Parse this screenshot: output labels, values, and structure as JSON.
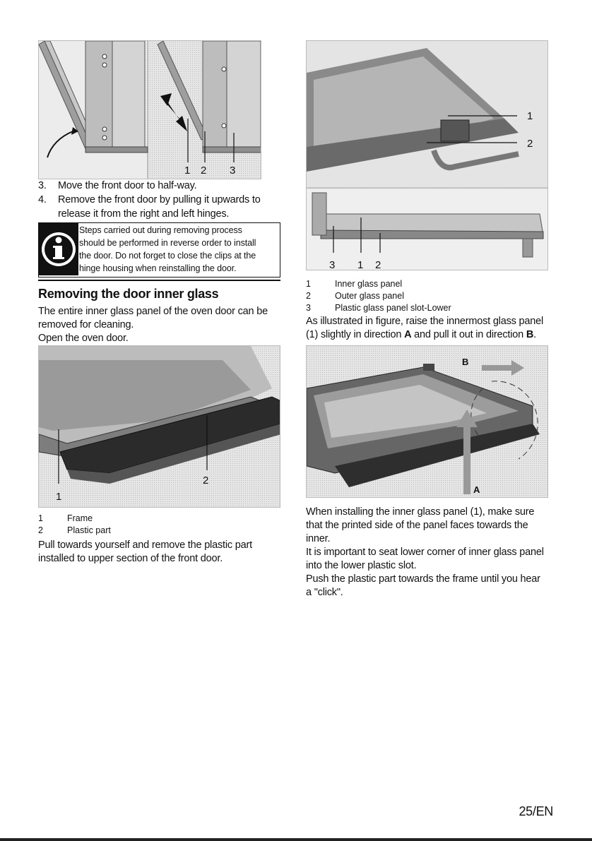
{
  "figure_top_left": {
    "labels": [
      "1",
      "2",
      "3"
    ]
  },
  "steps": [
    {
      "num": "3.",
      "lines": [
        "Move the front door to half-way."
      ]
    },
    {
      "num": "4.",
      "lines": [
        "Remove the front door by pulling it upwards to",
        "release it from the right and left hinges."
      ]
    }
  ],
  "note": {
    "icon": "info-icon",
    "lines": [
      "Steps carried out during removing process",
      "should be performed in reverse order to install",
      "the door. Do not forget to close the clips at the",
      "hinge housing when reinstalling the door."
    ]
  },
  "section": {
    "heading": "Removing the door inner glass",
    "intro_lines": [
      "The entire inner glass panel of the oven door can be",
      "removed for cleaning.",
      "Open the oven door."
    ]
  },
  "figure_left_bottom": {
    "labels": [
      "1",
      "2"
    ],
    "legend": [
      {
        "num": "1",
        "text": "Frame"
      },
      {
        "num": "2",
        "text": "Plastic part"
      }
    ]
  },
  "pull_text_lines": [
    "Pull towards yourself and remove the plastic part",
    "installed to upper section of the front door."
  ],
  "figure_right_top": {
    "labels_top": [
      "1",
      "2"
    ],
    "labels_bottom": [
      "3",
      "1",
      "2"
    ],
    "legend": [
      {
        "num": "1",
        "text": "Inner glass panel"
      },
      {
        "num": "2",
        "text": "Outer glass panel"
      },
      {
        "num": "3",
        "text": "Plastic glass panel slot-Lower"
      }
    ]
  },
  "raise_text": {
    "line1": "As illustrated in figure, raise the innermost glass panel",
    "line2_a": "(1) slightly in direction ",
    "dir_a": "A",
    "line2_b": " and pull it out in direction ",
    "dir_b": "B",
    "line2_c": "."
  },
  "figure_right_bottom": {
    "labels": [
      "B",
      "A"
    ]
  },
  "install_lines": [
    "When installing the inner glass panel (1), make sure",
    "that the printed side of the panel faces towards the",
    "inner.",
    "It is important to seat lower corner of inner glass panel",
    "into the lower plastic slot.",
    "Push the plastic part towards the frame until you hear",
    "a \"click\"."
  ],
  "page_number": "25/EN"
}
